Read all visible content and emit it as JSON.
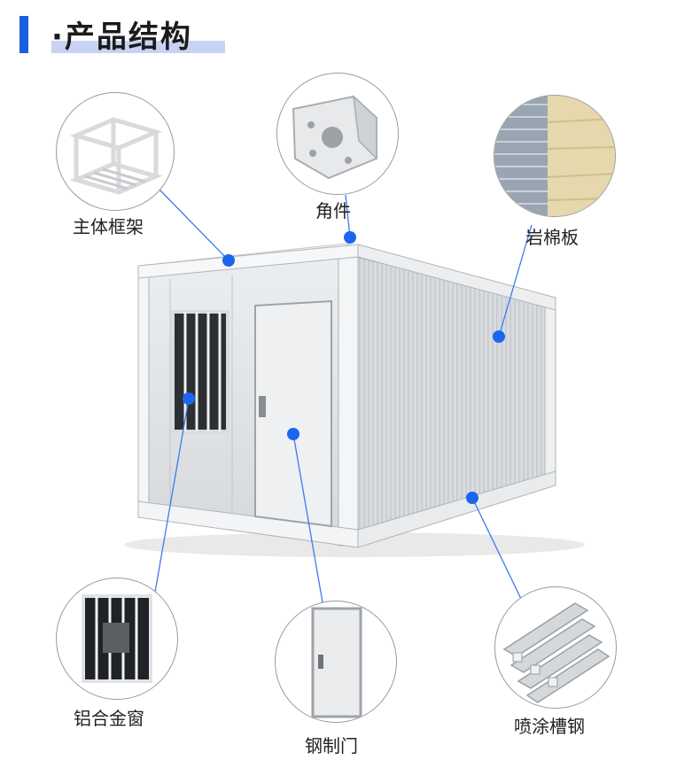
{
  "header": {
    "title": "·产品结构"
  },
  "components": {
    "frame": {
      "label": "主体框架"
    },
    "corner": {
      "label": "角件"
    },
    "rockwool": {
      "label": "岩棉板"
    },
    "window": {
      "label": "铝合金窗"
    },
    "door": {
      "label": "钢制门"
    },
    "channel": {
      "label": "喷涂槽钢"
    }
  },
  "colors": {
    "accent": "#1a5fe0",
    "title_highlight": "#c7d3f3",
    "marker": "#1a66ee"
  }
}
